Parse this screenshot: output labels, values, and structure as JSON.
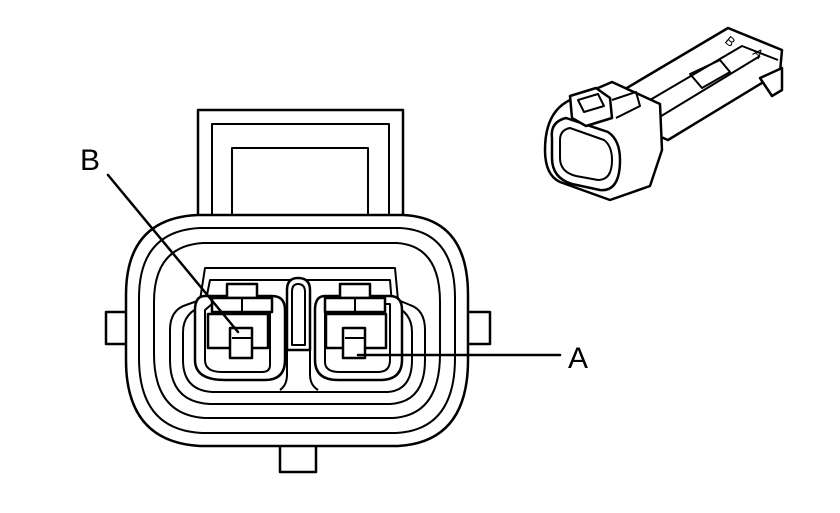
{
  "labels": {
    "pin_b": "B",
    "pin_a": "A",
    "inset_b": "B",
    "inset_a": "A"
  }
}
